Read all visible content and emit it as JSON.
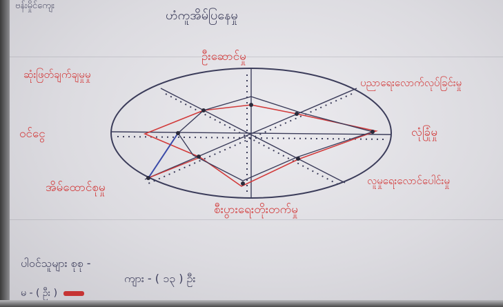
{
  "header": {
    "top_scribble": "ဗန်းမှိုင်ကျေး",
    "title": "ဟံကူအိမ်ပြနေမှု"
  },
  "axes": {
    "top": "ဦးဆောင်မှု",
    "upper_right": "ပညာရေးလောက်လုပ်ခြင်းမှု",
    "right": "လုံခြုံမှု",
    "lower_right": "လူမှုရေးလောင်ပေါင်းမှု",
    "bottom": "စီးပွားရေးတိုးတက်မှု",
    "lower_left": "အိမ်ထောင်စုမှု",
    "left": "ဝင်ငွေ",
    "upper_left": "ဆုံးဖြတ်ချက်ချမှုမှု"
  },
  "footer": {
    "line1": "ပါဝင်သူများ စုစု -",
    "line2": "ကျား - ( ၁၃ ) ဦး",
    "line3": "မ - ( ဦး )"
  },
  "colors": {
    "paper": "#e4e3e8",
    "pen_red": "#d23a3a",
    "pen_black": "#3b3c5a",
    "pen_blue": "#3a4aa8"
  }
}
